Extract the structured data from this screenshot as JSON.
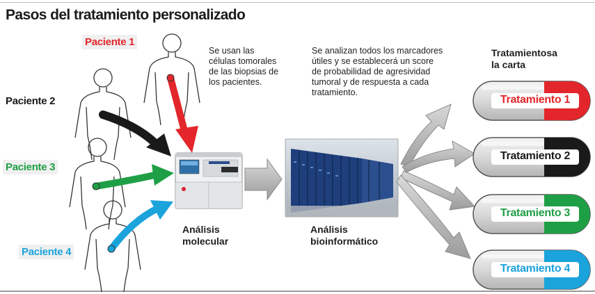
{
  "title": "Pasos del tratamiento personalizado",
  "patients": [
    {
      "label": "Paciente 1",
      "color": "#e3262b"
    },
    {
      "label": "Paciente 2",
      "color": "#1a1a1a"
    },
    {
      "label": "Paciente 3",
      "color": "#1f9f45"
    },
    {
      "label": "Paciente 4",
      "color": "#1ba3dc"
    }
  ],
  "notes": {
    "cells": [
      "Se usan las",
      "células tomorales",
      "de las biopsias de",
      "los pacientes."
    ],
    "markers": [
      "Se analizan todos los marcadores",
      "útiles y se establecerá un score",
      "de probabilidad de agresividad",
      "tumoral y de respuesta a cada",
      "tratamiento."
    ]
  },
  "steps": {
    "molecular": [
      "Análisis",
      "molecular"
    ],
    "bioinformatic": [
      "Análisis",
      "bioinformático"
    ]
  },
  "treatments_title": [
    "Tratamientosa",
    "la carta"
  ],
  "treatments": [
    {
      "label": "Tratamiento 1",
      "color": "#e3262b"
    },
    {
      "label": "Tratamiento 2",
      "color": "#1a1a1a"
    },
    {
      "label": "Tratamiento 3",
      "color": "#1f9f45"
    },
    {
      "label": "Tratamiento 4",
      "color": "#1ba3dc"
    }
  ]
}
